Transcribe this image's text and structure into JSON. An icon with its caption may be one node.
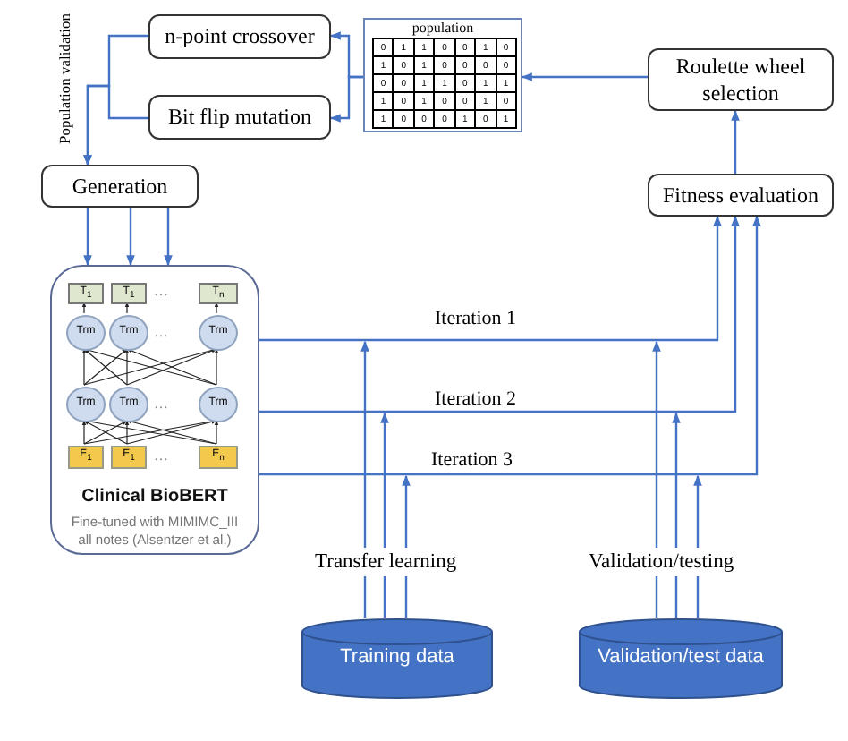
{
  "diagram": {
    "nodes": [
      {
        "text": [
          "n-point crossover"
        ]
      },
      {
        "text": [
          "Bit flip mutation"
        ]
      },
      {
        "text": [
          "population"
        ]
      },
      {
        "text": [
          "Roulette wheel selection"
        ]
      },
      {
        "text": [
          "Fitness evaluation"
        ]
      },
      {
        "text": [
          "Generation"
        ]
      },
      {
        "text": [
          "Clinical BioBERT",
          "Fine-tuned with MIMIMC_III all notes (Alsentzer et al.)"
        ]
      },
      {
        "text": [
          "T$_{1}$"
        ],
        "in": 6
      },
      {
        "text": [
          "T$_{1}$"
        ],
        "in": 6
      },
      {
        "text": [
          "T$_{n}$"
        ],
        "in": 6
      },
      {
        "text": [
          "Trm"
        ],
        "in": 6
      },
      {
        "text": [
          "Trm"
        ],
        "in": 6
      },
      {
        "text": [
          "Trm"
        ],
        "in": 6
      },
      {
        "text": [
          "Trm"
        ],
        "in": 6
      },
      {
        "text": [
          "Trm"
        ],
        "in": 6
      },
      {
        "text": [
          "Trm"
        ],
        "in": 6
      },
      {
        "text": [
          "E$_{1}$"
        ],
        "in": 6
      },
      {
        "text": [
          "E$_{1}$"
        ],
        "in": 6
      },
      {
        "text": [
          "E$_{n}$"
        ],
        "in": 6
      },
      {
        "text": [
          "Training data"
        ]
      },
      {
        "text": [
          "Validation/test data"
        ]
      }
    ],
    "edges": [
      {
        "from": 2,
        "to": 0,
        "arrow": "to",
        "color": "#4472c4"
      },
      {
        "from": 2,
        "to": 1,
        "arrow": "to",
        "color": "#4472c4"
      },
      {
        "from": 0,
        "to": 5,
        "arrow": "to",
        "color": "#4472c4"
      },
      {
        "from": 1,
        "to": 5,
        "arrow": "to",
        "color": "#4472c4"
      },
      {
        "from": 3,
        "to": 2,
        "arrow": "to",
        "color": "#4472c4"
      },
      {
        "from": 4,
        "to": 3,
        "arrow": "to",
        "color": "#4472c4"
      },
      {
        "from": 5,
        "to": 6,
        "arrow": "to",
        "color": "#4472c4"
      },
      {
        "from": 5,
        "to": 6,
        "arrow": "to",
        "color": "#4472c4"
      },
      {
        "from": 5,
        "to": 6,
        "arrow": "to",
        "color": "#4472c4"
      },
      {
        "from": 6,
        "to": 4,
        "arrow": "to",
        "label": "Iteration 1",
        "color": "#4472c4"
      },
      {
        "from": 6,
        "to": 4,
        "arrow": "to",
        "label": "Iteration 2",
        "color": "#4472c4"
      },
      {
        "from": 6,
        "to": 4,
        "arrow": "to",
        "label": "Iteration 3",
        "color": "#4472c4"
      },
      {
        "from": 19,
        "to": null,
        "arrow": "to",
        "color": "#4472c4"
      },
      {
        "from": 19,
        "to": null,
        "arrow": "to",
        "color": "#4472c4"
      },
      {
        "from": 19,
        "to": null,
        "arrow": "to",
        "color": "#4472c4"
      },
      {
        "from": 20,
        "to": null,
        "arrow": "to",
        "color": "#4472c4"
      },
      {
        "from": 20,
        "to": null,
        "arrow": "to",
        "color": "#4472c4"
      },
      {
        "from": 20,
        "to": null,
        "arrow": "to",
        "color": "#4472c4"
      },
      {
        "from": 16,
        "to": 13,
        "arrow": "to"
      },
      {
        "from": 16,
        "to": 14,
        "arrow": "to"
      },
      {
        "from": 16,
        "to": 15,
        "arrow": "to"
      },
      {
        "from": 17,
        "to": 13,
        "arrow": "to"
      },
      {
        "from": 17,
        "to": 14,
        "arrow": "to"
      },
      {
        "from": 17,
        "to": 15,
        "arrow": "to"
      },
      {
        "from": 18,
        "to": 13,
        "arrow": "to"
      },
      {
        "from": 18,
        "to": 14,
        "arrow": "to"
      },
      {
        "from": 18,
        "to": 15,
        "arrow": "to"
      },
      {
        "from": 13,
        "to": 10,
        "arrow": "to"
      },
      {
        "from": 13,
        "to": 11,
        "arrow": "to"
      },
      {
        "from": 13,
        "to": 12,
        "arrow": "to"
      },
      {
        "from": 14,
        "to": 10,
        "arrow": "to"
      },
      {
        "from": 14,
        "to": 11,
        "arrow": "to"
      },
      {
        "from": 14,
        "to": 12,
        "arrow": "to"
      },
      {
        "from": 15,
        "to": 10,
        "arrow": "to"
      },
      {
        "from": 15,
        "to": 11,
        "arrow": "to"
      },
      {
        "from": 15,
        "to": 12,
        "arrow": "to"
      },
      {
        "from": 10,
        "to": 7,
        "arrow": "to"
      },
      {
        "from": 11,
        "to": 8,
        "arrow": "to"
      },
      {
        "from": 12,
        "to": 9,
        "arrow": "to"
      }
    ],
    "labels": [
      "Population validation",
      "0",
      "1",
      "1",
      "0",
      "0",
      "1",
      "0",
      "1",
      "0",
      "1",
      "0",
      "0",
      "0",
      "0",
      "0",
      "0",
      "1",
      "1",
      "0",
      "1",
      "1",
      "1",
      "0",
      "1",
      "0",
      "0",
      "1",
      "0",
      "1",
      "0",
      "0",
      "0",
      "1",
      "0",
      "1",
      "…",
      "…",
      "…",
      "…",
      "Transfer learning",
      "Validation/testing"
    ]
  }
}
